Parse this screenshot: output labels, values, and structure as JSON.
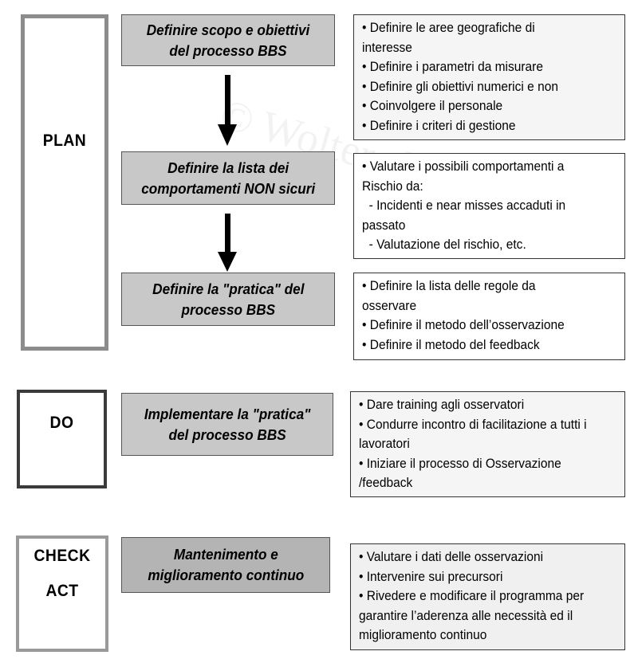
{
  "colors": {
    "plan_border": "#8c8c8c",
    "do_border": "#3a3a3a",
    "check_border": "#9a9a9a",
    "step_fill": "#c8c8c8",
    "step_fill_dark": "#b4b4b4",
    "detail_fill": "#f5f5f5"
  },
  "phases": {
    "plan": "PLAN",
    "do": "DO",
    "check": "CHECK",
    "act": "ACT"
  },
  "steps": [
    {
      "line1": "Definire scopo e obiettivi",
      "line2": "del processo BBS"
    },
    {
      "line1": "Definire la lista dei",
      "line2": "comportamenti NON sicuri"
    },
    {
      "line1": "Definire la \"pratica\" del",
      "line2": "processo BBS"
    },
    {
      "line1": "Implementare la \"pratica\"",
      "line2": "del processo BBS"
    },
    {
      "line1": "Mantenimento e",
      "line2": "miglioramento continuo"
    }
  ],
  "details": [
    {
      "lines": [
        "• Definire le aree geografiche di",
        "interesse",
        "• Definire i parametri da misurare",
        "• Definire gli obiettivi numerici e non",
        "• Coinvolgere il personale",
        "• Definire i criteri di gestione"
      ]
    },
    {
      "lines": [
        "• Valutare i possibili comportamenti a",
        "Rischio da:",
        "  - Incidenti e near misses accaduti in",
        "passato",
        "  - Valutazione del rischio, etc."
      ]
    },
    {
      "lines": [
        "• Definire la lista delle regole da",
        "osservare",
        "• Definire il metodo dell’osservazione",
        "• Definire il metodo del feedback"
      ]
    },
    {
      "lines": [
        "• Dare training agli osservatori",
        "• Condurre incontro di facilitazione a tutti i",
        "lavoratori",
        "• Iniziare il processo di Osservazione",
        "/feedback"
      ]
    },
    {
      "lines": [
        "• Valutare i dati delle osservazioni",
        "• Intervenire sui precursori",
        "• Rivedere e modificare il programma per",
        "garantire l’aderenza alle necessità ed il",
        "miglioramento continuo"
      ]
    }
  ],
  "watermark": "© Wolters Kluwer"
}
